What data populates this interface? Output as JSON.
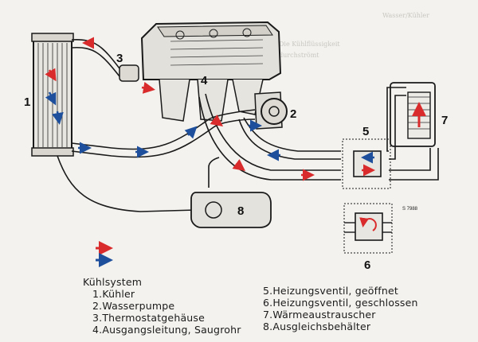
{
  "background_text": [
    "Wasser/Kühler",
    "Die Kühlflüssigkeit",
    "durchströmt"
  ],
  "callouts": {
    "c1": "1",
    "c2": "2",
    "c3": "3",
    "c4": "4",
    "c5": "5",
    "c6": "6",
    "c7": "7",
    "c8": "8"
  },
  "figure_code": "S 7988",
  "legend": {
    "title": "Kühlsystem",
    "items_left": [
      "1.Kühler",
      "2.Wasserpumpe",
      "3.Thermostatgehäuse",
      "4.Ausgangsleitung, Saugrohr"
    ],
    "items_right": [
      "5.Heizungsventil, geöffnet",
      "6.Heizungsventil, geschlossen",
      "7.Wärmeaustrauscher",
      "8.Ausgleichsbehälter"
    ]
  },
  "colors": {
    "hot_flow": "#d92b2b",
    "cold_flow": "#1d4f9c",
    "line": "#1a1a1a",
    "paper": "#f3f2ee"
  }
}
